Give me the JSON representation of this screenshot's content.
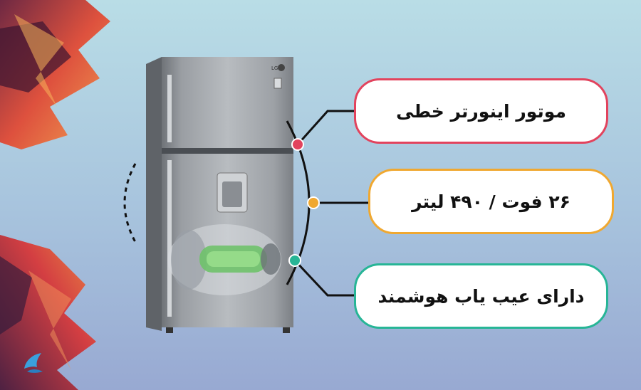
{
  "features": [
    {
      "label": "موتور اینورتر خطی",
      "color": "#e2435d"
    },
    {
      "label": "۲۶ فوت / ۴۹۰ لیتر",
      "color": "#f0a830"
    },
    {
      "label": "دارای عیب یاب هوشمند",
      "color": "#27b596"
    }
  ],
  "fridge": {
    "brand": "LG"
  }
}
